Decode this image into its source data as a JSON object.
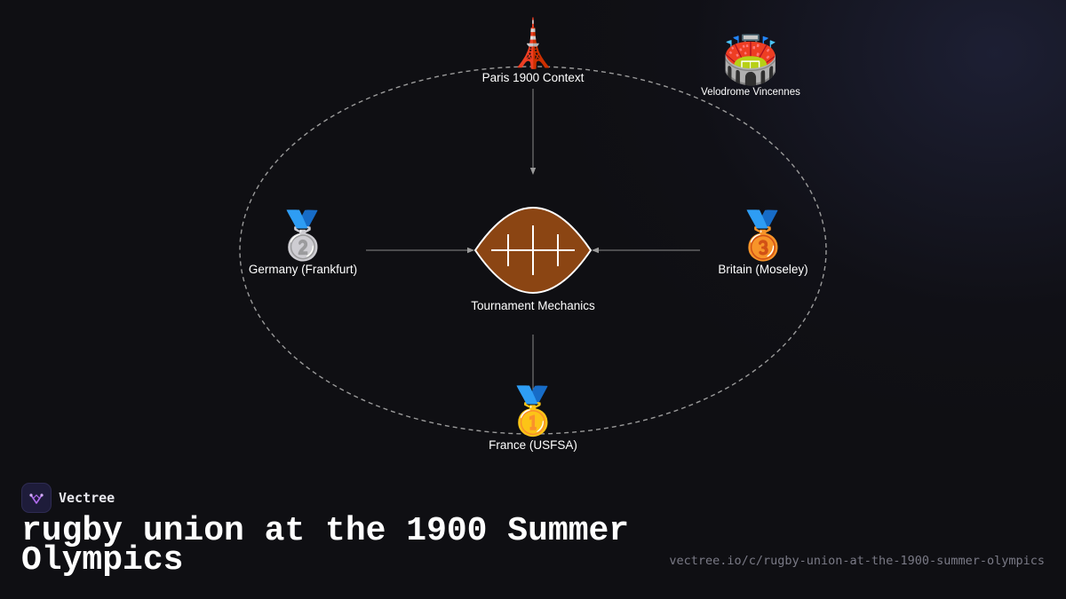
{
  "diagram": {
    "center": {
      "label": "Tournament Mechanics",
      "icon": "rugby-ball-icon"
    },
    "nodes": {
      "top": {
        "label": "Paris 1900 Context",
        "emoji": "🗼",
        "icon": "eiffel-tower-icon"
      },
      "venue": {
        "label": "Velodrome Vincennes",
        "emoji": "🏟️",
        "icon": "stadium-icon"
      },
      "left": {
        "label": "Germany (Frankfurt)",
        "emoji": "🥈",
        "icon": "silver-medal-icon"
      },
      "right": {
        "label": "Britain (Moseley)",
        "emoji": "🥉",
        "icon": "bronze-medal-icon"
      },
      "bottom": {
        "label": "France (USFSA)",
        "emoji": "🥇",
        "icon": "gold-medal-icon"
      }
    },
    "colors": {
      "ball": "#8b4513",
      "ball_stroke": "#ffffff",
      "connector": "#8a8a8a",
      "ring": "#9a9a9a"
    }
  },
  "brand": {
    "name": "Vectree",
    "accent": "#b06cf0"
  },
  "title": "rugby union at the 1900 Summer Olympics",
  "url": "vectree.io/c/rugby-union-at-the-1900-summer-olympics"
}
